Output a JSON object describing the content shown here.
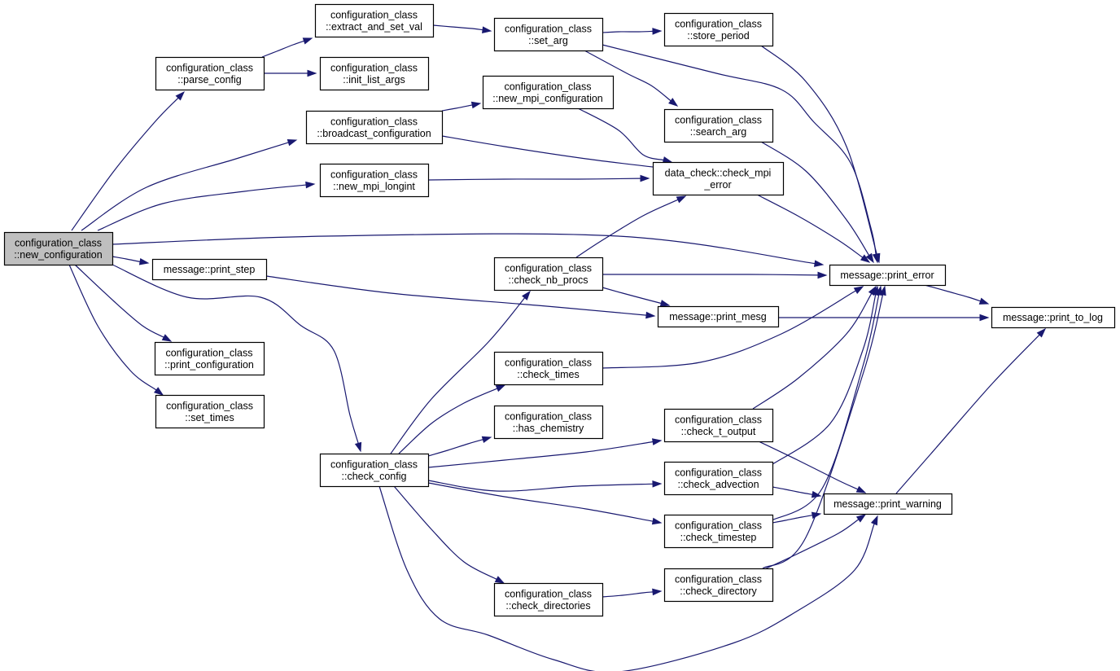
{
  "colors": {
    "edge": "#191970",
    "root_fill": "#bfbfbf",
    "node_fill": "#ffffff",
    "border": "#000000"
  },
  "nodes": [
    {
      "id": "new_configuration",
      "lines": [
        "configuration_class",
        "::new_configuration"
      ],
      "root": true
    },
    {
      "id": "parse_config",
      "lines": [
        "configuration_class",
        "::parse_config"
      ]
    },
    {
      "id": "extract_and_set_val",
      "lines": [
        "configuration_class",
        "::extract_and_set_val"
      ]
    },
    {
      "id": "init_list_args",
      "lines": [
        "configuration_class",
        "::init_list_args"
      ]
    },
    {
      "id": "set_arg",
      "lines": [
        "configuration_class",
        "::set_arg"
      ]
    },
    {
      "id": "store_period",
      "lines": [
        "configuration_class",
        "::store_period"
      ]
    },
    {
      "id": "search_arg",
      "lines": [
        "configuration_class",
        "::search_arg"
      ]
    },
    {
      "id": "broadcast_configuration",
      "lines": [
        "configuration_class",
        "::broadcast_configuration"
      ]
    },
    {
      "id": "new_mpi_configuration",
      "lines": [
        "configuration_class",
        "::new_mpi_configuration"
      ]
    },
    {
      "id": "new_mpi_longint",
      "lines": [
        "configuration_class",
        "::new_mpi_longint"
      ]
    },
    {
      "id": "check_mpi_error",
      "lines": [
        "data_check::check_mpi",
        "_error"
      ]
    },
    {
      "id": "print_step",
      "lines": [
        "message::print_step"
      ]
    },
    {
      "id": "check_nb_procs",
      "lines": [
        "configuration_class",
        "::check_nb_procs"
      ]
    },
    {
      "id": "print_error",
      "lines": [
        "message::print_error"
      ]
    },
    {
      "id": "print_mesg",
      "lines": [
        "message::print_mesg"
      ]
    },
    {
      "id": "print_to_log",
      "lines": [
        "message::print_to_log"
      ]
    },
    {
      "id": "print_configuration",
      "lines": [
        "configuration_class",
        "::print_configuration"
      ]
    },
    {
      "id": "set_times",
      "lines": [
        "configuration_class",
        "::set_times"
      ]
    },
    {
      "id": "check_times",
      "lines": [
        "configuration_class",
        "::check_times"
      ]
    },
    {
      "id": "has_chemistry",
      "lines": [
        "configuration_class",
        "::has_chemistry"
      ]
    },
    {
      "id": "check_t_output",
      "lines": [
        "configuration_class",
        "::check_t_output"
      ]
    },
    {
      "id": "check_config",
      "lines": [
        "configuration_class",
        "::check_config"
      ]
    },
    {
      "id": "check_advection",
      "lines": [
        "configuration_class",
        "::check_advection"
      ]
    },
    {
      "id": "print_warning",
      "lines": [
        "message::print_warning"
      ]
    },
    {
      "id": "check_timestep",
      "lines": [
        "configuration_class",
        "::check_timestep"
      ]
    },
    {
      "id": "check_directories",
      "lines": [
        "configuration_class",
        "::check_directories"
      ]
    },
    {
      "id": "check_directory",
      "lines": [
        "configuration_class",
        "::check_directory"
      ]
    }
  ],
  "edges": [
    {
      "from": "new_configuration",
      "to": "parse_config"
    },
    {
      "from": "new_configuration",
      "to": "broadcast_configuration"
    },
    {
      "from": "new_configuration",
      "to": "new_mpi_longint"
    },
    {
      "from": "new_configuration",
      "to": "print_error"
    },
    {
      "from": "new_configuration",
      "to": "print_step"
    },
    {
      "from": "new_configuration",
      "to": "print_configuration"
    },
    {
      "from": "new_configuration",
      "to": "set_times"
    },
    {
      "from": "new_configuration",
      "to": "check_config"
    },
    {
      "from": "parse_config",
      "to": "extract_and_set_val"
    },
    {
      "from": "parse_config",
      "to": "init_list_args"
    },
    {
      "from": "extract_and_set_val",
      "to": "set_arg"
    },
    {
      "from": "set_arg",
      "to": "store_period"
    },
    {
      "from": "set_arg",
      "to": "search_arg"
    },
    {
      "from": "set_arg",
      "to": "print_error"
    },
    {
      "from": "store_period",
      "to": "print_error"
    },
    {
      "from": "search_arg",
      "to": "print_error"
    },
    {
      "from": "broadcast_configuration",
      "to": "new_mpi_configuration"
    },
    {
      "from": "broadcast_configuration",
      "to": "check_mpi_error"
    },
    {
      "from": "new_mpi_configuration",
      "to": "check_mpi_error"
    },
    {
      "from": "new_mpi_longint",
      "to": "check_mpi_error"
    },
    {
      "from": "check_mpi_error",
      "to": "print_error"
    },
    {
      "from": "print_step",
      "to": "print_mesg"
    },
    {
      "from": "check_nb_procs",
      "to": "check_mpi_error"
    },
    {
      "from": "check_nb_procs",
      "to": "print_error"
    },
    {
      "from": "check_nb_procs",
      "to": "print_mesg"
    },
    {
      "from": "print_error",
      "to": "print_to_log"
    },
    {
      "from": "print_mesg",
      "to": "print_to_log"
    },
    {
      "from": "print_warning",
      "to": "print_to_log"
    },
    {
      "from": "check_times",
      "to": "print_error"
    },
    {
      "from": "check_t_output",
      "to": "print_error"
    },
    {
      "from": "check_t_output",
      "to": "print_warning"
    },
    {
      "from": "check_advection",
      "to": "print_error"
    },
    {
      "from": "check_advection",
      "to": "print_warning"
    },
    {
      "from": "check_timestep",
      "to": "print_error"
    },
    {
      "from": "check_timestep",
      "to": "print_warning"
    },
    {
      "from": "check_directory",
      "to": "print_error"
    },
    {
      "from": "check_directory",
      "to": "print_warning"
    },
    {
      "from": "check_config",
      "to": "check_nb_procs"
    },
    {
      "from": "check_config",
      "to": "check_times"
    },
    {
      "from": "check_config",
      "to": "has_chemistry"
    },
    {
      "from": "check_config",
      "to": "check_t_output"
    },
    {
      "from": "check_config",
      "to": "check_advection"
    },
    {
      "from": "check_config",
      "to": "check_timestep"
    },
    {
      "from": "check_config",
      "to": "check_directories"
    },
    {
      "from": "check_config",
      "to": "print_warning"
    },
    {
      "from": "check_directories",
      "to": "check_directory"
    }
  ]
}
